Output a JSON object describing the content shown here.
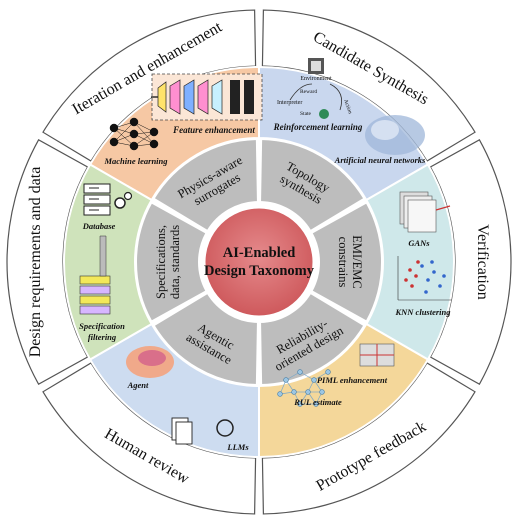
{
  "outer_ring": [
    {
      "label": "Iteration and enhancement"
    },
    {
      "label": "Candidate Synthesis"
    },
    {
      "label": "Verification"
    },
    {
      "label": "Prototype feedback"
    },
    {
      "label": "Human review"
    },
    {
      "label": "Design requirements and data"
    }
  ],
  "sector_captions": [
    {
      "label": "Feature enhancement"
    },
    {
      "label": "Reinforcement learning"
    },
    {
      "label": "Machine learning"
    },
    {
      "label": "Artificial neural networks"
    },
    {
      "label": "Database"
    },
    {
      "label": "GANs"
    },
    {
      "label": "KNN clustering"
    },
    {
      "label": "Specification"
    },
    {
      "label": "filtering"
    },
    {
      "label": "Agent"
    },
    {
      "label": "PIML enhancement"
    },
    {
      "label": "RUL estimate"
    },
    {
      "label": "LLMs"
    }
  ],
  "rl_diagram": {
    "environment": "Environment",
    "reward": "Reward",
    "interpreter": "Interpreter",
    "state": "State",
    "action": "Action"
  },
  "inner_ring": [
    {
      "line1": "Physics-aware",
      "line2": "surrogates"
    },
    {
      "line1": "Topology",
      "line2": "synthesis"
    },
    {
      "line1": "EMI/EMC",
      "line2": "constrains"
    },
    {
      "line1": "Reliability-",
      "line2": "oriented design"
    },
    {
      "line1": "Agentic",
      "line2": "assistance"
    },
    {
      "line1": "Specifications,",
      "line2": "data, standards"
    }
  ],
  "center": {
    "line1": "AI-Enabled",
    "line2": "Design Taxonomy"
  },
  "colors": {
    "center_fill": "#d9676b",
    "inner_ring": "#bdbdbd",
    "outer_ring": "#ffffff",
    "sector_orange": "#f6c8a4",
    "sector_blue": "#c9d7ee",
    "sector_teal": "#cfe8ea",
    "sector_gold": "#f4d79a",
    "sector_lightblue": "#cddcf0",
    "sector_green": "#cfe3bb"
  }
}
